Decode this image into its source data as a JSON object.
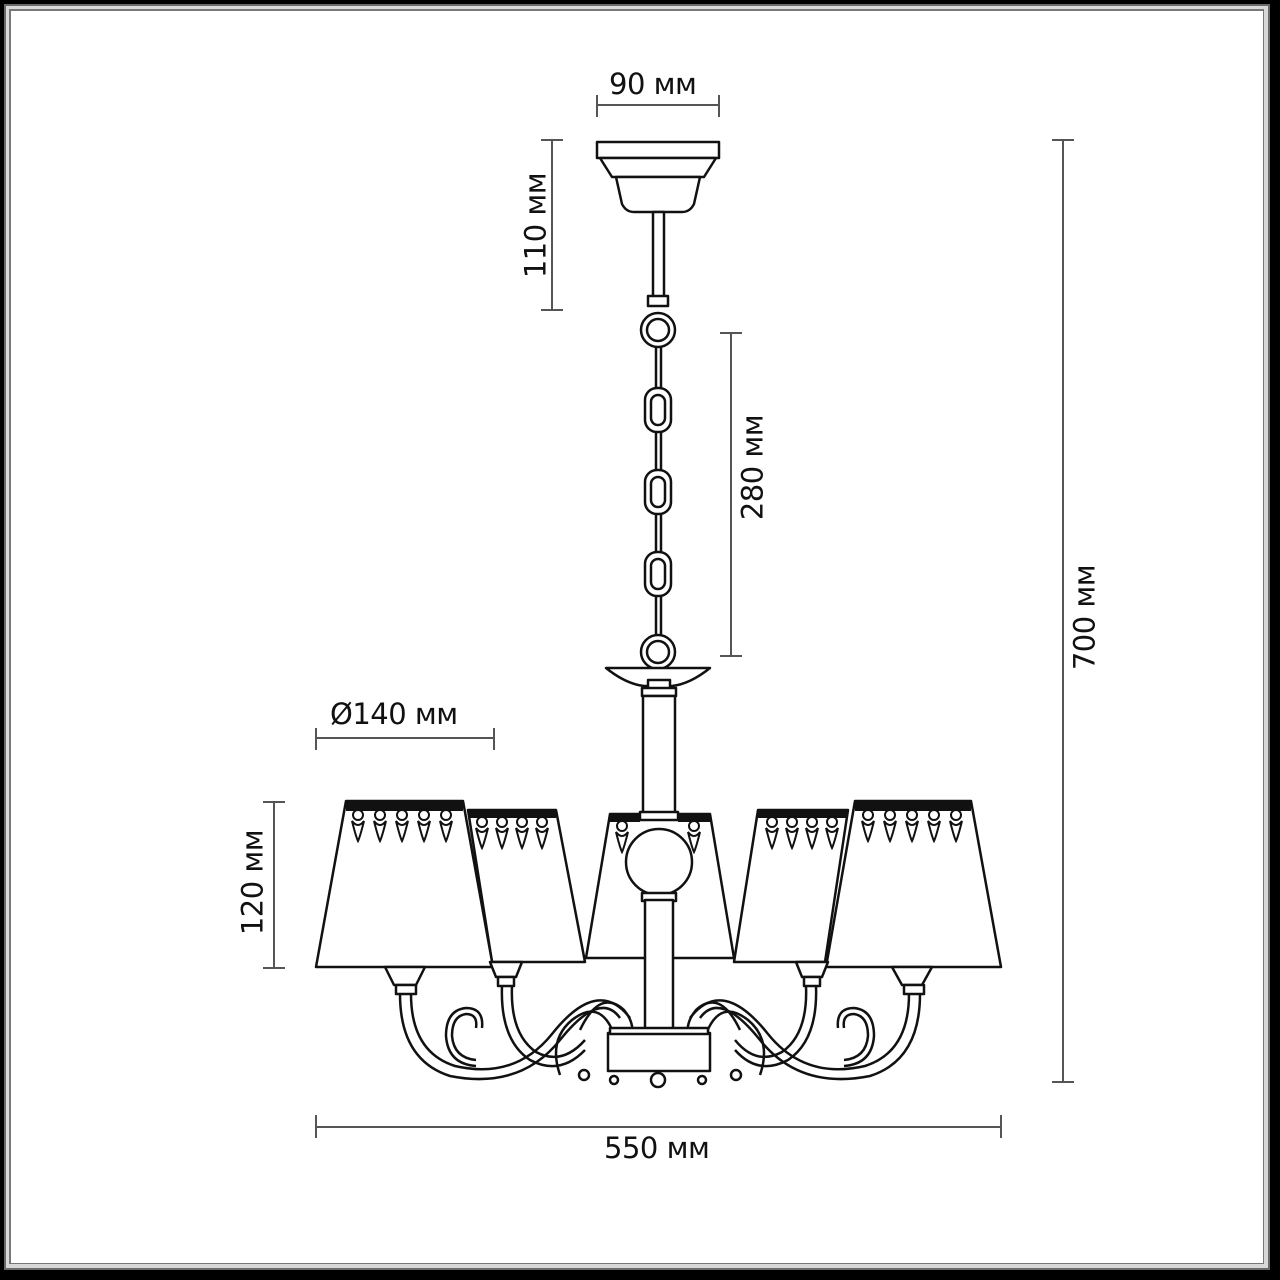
{
  "diagram": {
    "title": "Chandelier dimension drawing",
    "unit": "мм",
    "line_color": "#1a1a1a",
    "dimension_line_color": "#555555",
    "background": "#ffffff",
    "frame_color": "#000000",
    "dimensions": {
      "canopy_width": "90 мм",
      "canopy_height": "110 мм",
      "chain_length": "280 мм",
      "total_height": "700 мм",
      "shade_diameter": "Ø140 мм",
      "shade_height": "120 мм",
      "total_width": "550 мм"
    },
    "components": {
      "shades_count": 5,
      "chain_links": 3
    }
  }
}
